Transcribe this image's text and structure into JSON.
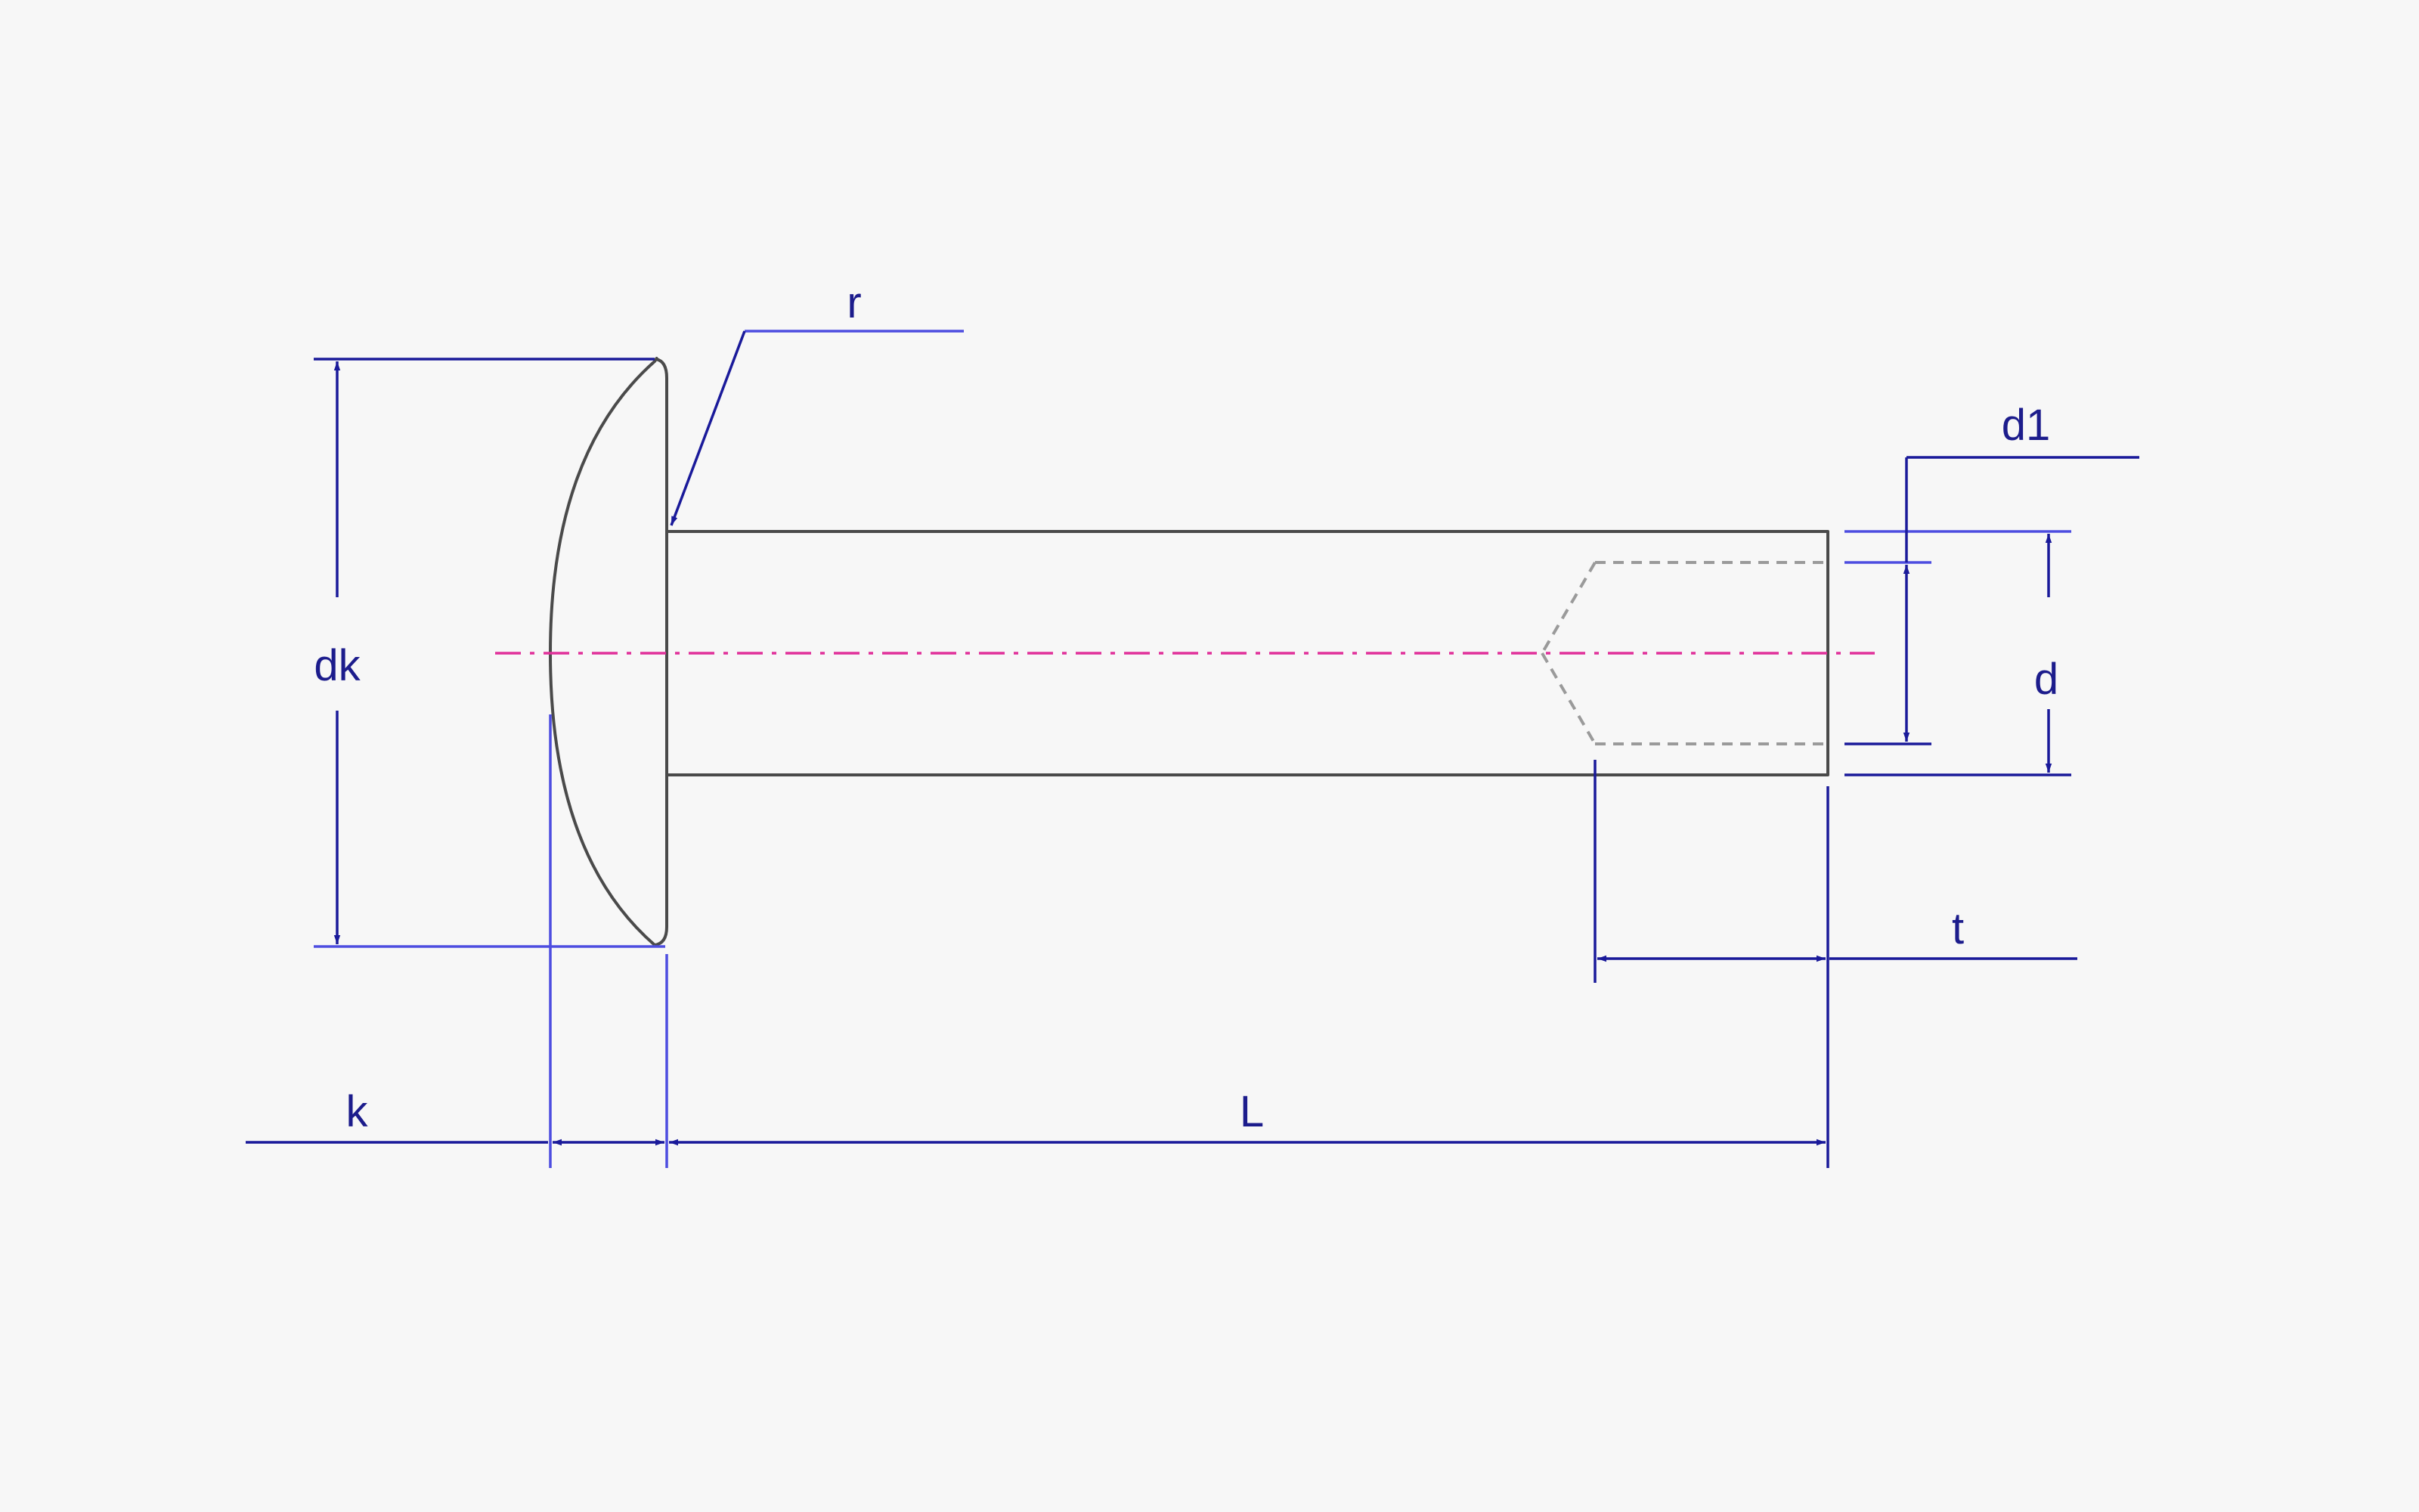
{
  "labels": {
    "r": "r",
    "d1": "d1",
    "dk": "dk",
    "d": "d",
    "t": "t",
    "k": "k",
    "L": "L"
  },
  "colors": {
    "background": "#f7f7f7",
    "outline": "#4a4a4a",
    "hidden_line": "#9a9a9a",
    "dimension_dark": "#1a1a9a",
    "dimension_light": "#4d4de0",
    "centerline": "#e0309a",
    "label_text": "#1c1c8c"
  }
}
